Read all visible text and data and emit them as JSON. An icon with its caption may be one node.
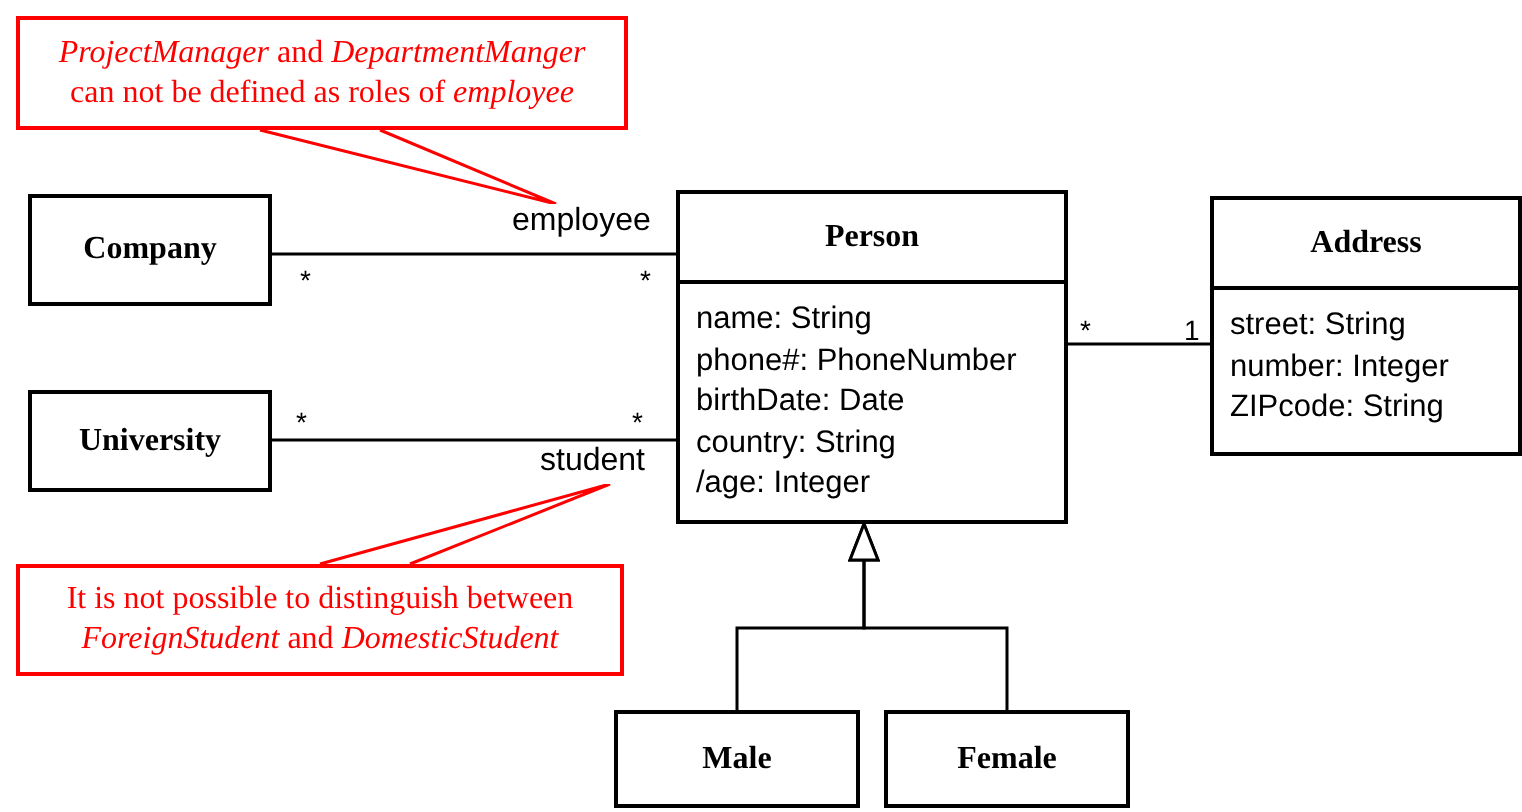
{
  "diagram": {
    "nodes": [
      {
        "text": [
          "*ProjectManager* and *DepartmentManger* can not be defined as roles of *employee*"
        ]
      },
      {
        "text": [
          "Company"
        ]
      },
      {
        "text": [
          "employee"
        ]
      },
      {
        "text": [
          "Person",
          "name: String",
          "phone#: PhoneNumber",
          "birthDate: Date",
          "country: String",
          "/age: Integer"
        ]
      },
      {
        "text": [
          "Address",
          "street: String",
          "number: Integer",
          "ZIPcode: String"
        ]
      },
      {
        "text": [
          "University"
        ]
      },
      {
        "text": [
          "student"
        ]
      },
      {
        "text": [
          "It is not possible to distinguish between *ForeignStudent* and *DomesticStudent*"
        ]
      },
      {
        "text": [
          "Male"
        ]
      },
      {
        "text": [
          "Female"
        ]
      }
    ],
    "edges": [
      {
        "from": 0,
        "to": 2,
        "arrow": "none",
        "color": "#ff0000"
      },
      {
        "from": 1,
        "to": 3,
        "arrow": "none"
      },
      {
        "from": 3,
        "to": 4,
        "arrow": "none"
      },
      {
        "from": 5,
        "to": 3,
        "arrow": "none"
      },
      {
        "from": 7,
        "to": 6,
        "arrow": "none",
        "color": "#ff0000"
      },
      {
        "from": 8,
        "to": 3,
        "arrow": "to"
      },
      {
        "from": 9,
        "to": 3,
        "arrow": "to"
      }
    ],
    "labels": [
      "*",
      "*",
      "*",
      "1",
      "*",
      "*"
    ]
  }
}
